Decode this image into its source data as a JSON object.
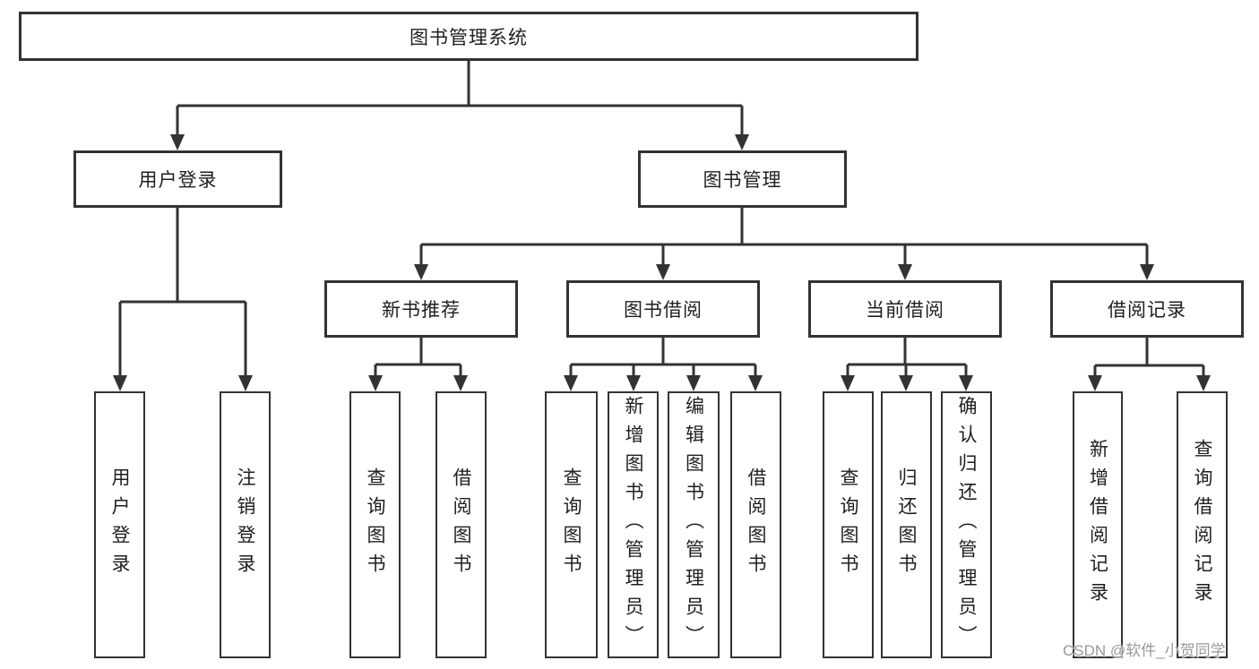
{
  "diagram": {
    "title": "图书管理系统",
    "watermark": "CSDN @软件_小贺同学",
    "colors": {
      "line": "#333333",
      "text": "#1f1f1f",
      "watermark": "#999999",
      "background": "#ffffff"
    },
    "nodes": {
      "root": "图书管理系统",
      "user_login": "用户登录",
      "book_mgmt": "图书管理",
      "new_book_rec": "新书推荐",
      "book_borrow": "图书借阅",
      "current_borrow": "当前借阅",
      "borrow_records": "借阅记录",
      "ul_user_login": "用户登录",
      "ul_logout": "注销登录",
      "nb_query": "查询图书",
      "nb_borrow": "借阅图书",
      "bb_query": "查询图书",
      "bb_add": "新增图书（管理员）",
      "bb_edit": "编辑图书（管理员）",
      "bb_borrow": "借阅图书",
      "cb_query": "查询图书",
      "cb_return": "归还图书",
      "cb_confirm": "确认归还（管理员）",
      "br_add": "新增借阅记录",
      "br_query": "查询借阅记录"
    },
    "edges": [
      {
        "from": "root",
        "to": "user_login"
      },
      {
        "from": "root",
        "to": "book_mgmt"
      },
      {
        "from": "user_login",
        "to": "ul_user_login"
      },
      {
        "from": "user_login",
        "to": "ul_logout"
      },
      {
        "from": "book_mgmt",
        "to": "new_book_rec"
      },
      {
        "from": "book_mgmt",
        "to": "book_borrow"
      },
      {
        "from": "book_mgmt",
        "to": "current_borrow"
      },
      {
        "from": "book_mgmt",
        "to": "borrow_records"
      },
      {
        "from": "new_book_rec",
        "to": "nb_query"
      },
      {
        "from": "new_book_rec",
        "to": "nb_borrow"
      },
      {
        "from": "book_borrow",
        "to": "bb_query"
      },
      {
        "from": "book_borrow",
        "to": "bb_add"
      },
      {
        "from": "book_borrow",
        "to": "bb_edit"
      },
      {
        "from": "book_borrow",
        "to": "bb_borrow"
      },
      {
        "from": "current_borrow",
        "to": "cb_query"
      },
      {
        "from": "current_borrow",
        "to": "cb_return"
      },
      {
        "from": "current_borrow",
        "to": "cb_confirm"
      },
      {
        "from": "borrow_records",
        "to": "br_add"
      },
      {
        "from": "borrow_records",
        "to": "br_query"
      }
    ]
  }
}
